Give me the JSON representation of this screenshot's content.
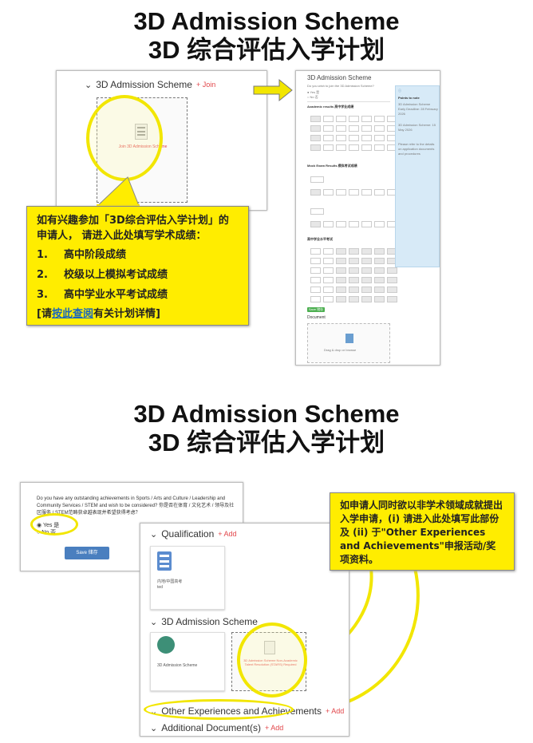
{
  "top": {
    "title_en": "3D Admission Scheme",
    "title_zh": "3D 综合评估入学计划",
    "section_label": "3D Admission Scheme",
    "join_label": "+ Join",
    "join_box_label": "Join 3D Admission Scheme",
    "callout": {
      "intro": "如有兴趣参加「3D综合评估入学计划」的申请人， 请进入此处填写学术成绩：",
      "items": [
        {
          "num": "1.",
          "text": "高中阶段成绩"
        },
        {
          "num": "2.",
          "text": "校级以上模拟考试成绩"
        },
        {
          "num": "3.",
          "text": "高中学业水平考试成绩"
        }
      ],
      "footer_pre": "[请",
      "footer_link": "按此查阅",
      "footer_post": "有关计划详情]"
    },
    "form": {
      "title": "3D Admission Scheme",
      "question": "Do you wish to join the 3D Admission Scheme?",
      "yes": "Yes 是",
      "no": "No 否",
      "academic_heading": "Academic results 高中学业成绩",
      "mock_heading": "Mock Exam Results 模拟考试成绩",
      "proficiency_heading": "高中学业水平考试",
      "save_label": "Save 储存",
      "document_heading": "Document",
      "upload_label": "Drag & drop or browse"
    },
    "sidebar": {
      "heading": "Points to note",
      "lines": [
        "3D Admission Scheme Early Deadline: 28 February 2026",
        "3D Admission Scheme: 15 May 2026",
        "Please refer to the details on application documents and procedures"
      ]
    }
  },
  "bottom": {
    "title_en": "3D Admission Scheme",
    "title_zh": "3D 综合评估入学计划",
    "question_text": "Do you have any outstanding achievements in Sports / Arts and Culture / Leadership and Community Services / STEM and wish to be considered? 你是否在体育 / 文化艺术 / 领导及社区服务 / STEM范畴获卓越表现并希望获得考虑？",
    "yes": "Yes 是",
    "no": "No 否",
    "save_label": "Save 储存",
    "qualification_label": "Qualification",
    "add_label": "+ Add",
    "qual_card_text": "内地/中国高考",
    "qual_card_sub": "ted",
    "scheme_label": "3D Admission Scheme",
    "scheme_card_label": "3D Admission Scheme",
    "stars_label": "3D Admission Scheme Non-Academic Talent Resolution (STARS) Required",
    "other_label": "Other Experiences and Achievements",
    "additional_label": "Additional Document(s)",
    "callout": "如申请人同时欲以非学术领域成就提出入学申请，(i) 请进入此处填写此部份及 (ii) 于\"Other Experiences and Achievements\"申报活动/奖项资料。"
  },
  "colors": {
    "highlight": "#f2e600",
    "callout": "#ffed00",
    "accent": "#e2474b",
    "button": "#4a7fbf",
    "link": "#1565c0"
  }
}
